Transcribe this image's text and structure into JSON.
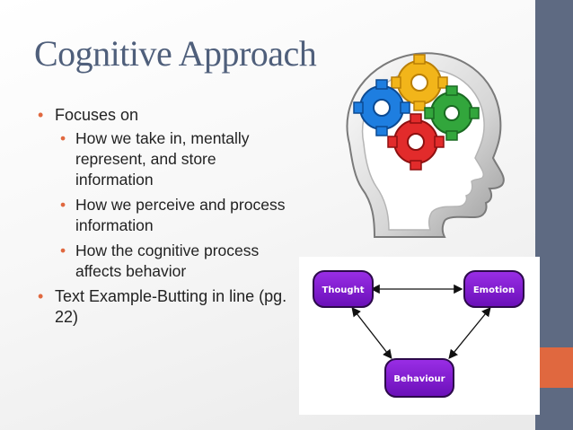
{
  "slide": {
    "title": "Cognitive Approach",
    "bullets": [
      {
        "level": 1,
        "text": "Focuses on"
      },
      {
        "level": 2,
        "text": "How we take in, mentally represent, and store information"
      },
      {
        "level": 2,
        "text": "How we perceive and process information"
      },
      {
        "level": 2,
        "text": "How the cognitive process affects behavior"
      },
      {
        "level": 1,
        "text": "Text Example-Butting in line (pg. 22)"
      }
    ]
  },
  "diagram": {
    "nodes": {
      "thought": "Thought",
      "emotion": "Emotion",
      "behaviour": "Behaviour"
    }
  },
  "colors": {
    "title": "#4f5f7b",
    "bullet_marker": "#e0683f",
    "side_bar": "#5e6a82",
    "side_accent": "#e0683f",
    "node_fill": "#7a14c8",
    "node_border": "#2c0a4a",
    "gear_blue": "#1e7ee0",
    "gear_yellow": "#f2b51a",
    "gear_green": "#32a63c",
    "gear_red": "#e22b2b"
  },
  "icons": {
    "head": "head-with-gears-icon",
    "bullet": "bullet-dot"
  }
}
